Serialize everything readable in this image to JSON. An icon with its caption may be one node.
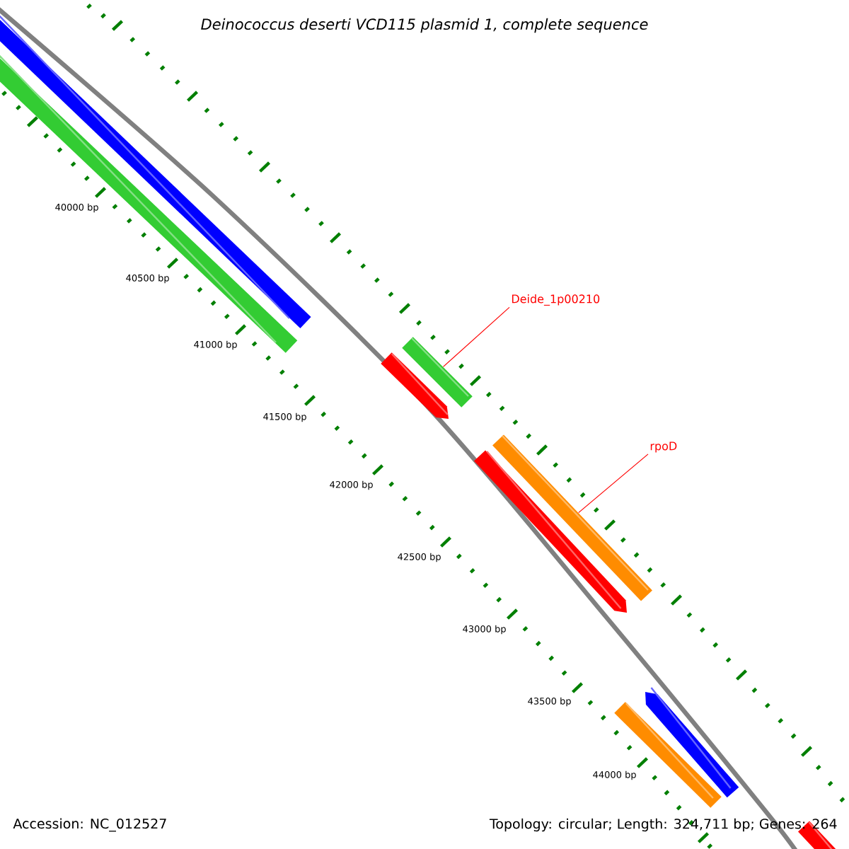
{
  "diagram": {
    "title": "Deinococcus deserti VCD115 plasmid 1, complete sequence",
    "nodes": [
      {
        "text": [
          "Deide_1p00210"
        ]
      },
      {
        "text": [],
        "shape": "bar"
      },
      {
        "text": [
          "rpoD"
        ]
      },
      {
        "text": [],
        "shape": "bar"
      }
    ],
    "edges": [
      {
        "from": 0,
        "to": 1,
        "arrow": "none",
        "color": "#ff0000"
      },
      {
        "from": 2,
        "to": 3,
        "arrow": "none",
        "color": "#ff0000"
      }
    ],
    "labels": [
      "40000 bp",
      "40500 bp",
      "41000 bp",
      "41500 bp",
      "42000 bp",
      "42500 bp",
      "43000 bp",
      "43500 bp",
      "44000 bp",
      "Accession: NC_012527",
      "Topology: circular; Length: 324,711 bp; Genes: 264"
    ]
  }
}
